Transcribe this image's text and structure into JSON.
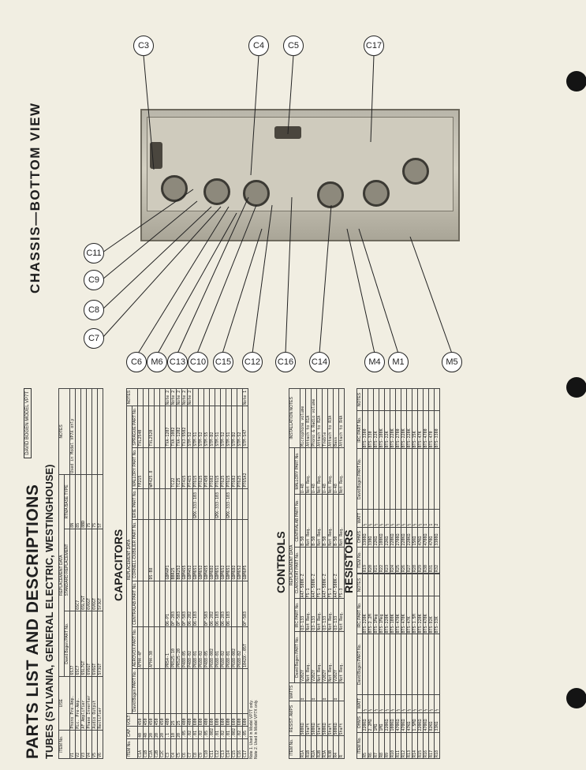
{
  "punch_holes": 3,
  "chassis_title": "CHASSIS—BOTTOM VIEW",
  "callouts_top": [
    "C3",
    "C4",
    "C5",
    "C17"
  ],
  "callouts_left": [
    "C11",
    "C9",
    "C8",
    "C7"
  ],
  "callouts_bottom": [
    "C6",
    "M6",
    "C13",
    "C10",
    "C15",
    "C12",
    "C16",
    "C14",
    "M4",
    "M1",
    "M5"
  ],
  "sheet_ref": "DAVID BOGEN MODEL VP7T",
  "parts_title": "PARTS LIST AND DESCRIPTIONS",
  "tubes_title": "TUBES (SYLVANIA, GENERAL ELECTRIC, WESTINGHOUSE)",
  "tubes": {
    "group_header": "REPLACEMENT DATA",
    "headers": [
      "ITEM No.",
      "USE",
      "David Bogen PART No.",
      "STANDARD REPLACEMENT",
      "RTMA BASE TYPE",
      "NOTES"
    ],
    "rows": [
      [
        "V1",
        "Phono Pre-Amp.",
        "6SJ7",
        "",
        "8N",
        "Used in Model VP7X only"
      ],
      [
        "V2",
        "Mic. Pre-Amp.",
        "6SC7",
        "6SC7",
        "8S",
        ""
      ],
      [
        "V3",
        "AF Amplifier",
        "6SL7GT",
        "6SL7GT",
        "8BD",
        ""
      ],
      [
        "V4",
        "Phase Inverter",
        "6V6GT",
        "6V6GT",
        "7S",
        ""
      ],
      [
        "V5",
        "Audio Output",
        "6V6GT",
        "6V6GT",
        "7S",
        ""
      ],
      [
        "V6",
        "Rectifier",
        "5Y3GT",
        "5Y3GT",
        "5T",
        ""
      ]
    ]
  },
  "capacitors_title": "CAPACITORS",
  "capacitors": {
    "group_header": "REPLACEMENT DATA",
    "headers": [
      "ITEM No.",
      "CAP.",
      "VOLT",
      "David Bogen PART No.",
      "AEROVOX PART No.",
      "CENTRALAB PART No.",
      "CORNELL-DUBILIER PART No.",
      "ERIE PART No.",
      "MALLORY PART No.",
      "SPRAGUE PART No.",
      "NOTES"
    ],
    "rows": [
      [
        "C1A",
        "40",
        "450",
        "",
        "AFH4-4F",
        "",
        "",
        "",
        "FP215",
        "TVL2540",
        ""
      ],
      [
        "C1B",
        "40",
        "450",
        "",
        "",
        "",
        "",
        "",
        "",
        "",
        ""
      ],
      [
        "C2A",
        "20",
        "450",
        "",
        "AFH4-30",
        "",
        "DS-B8",
        "",
        "WP425.8",
        "TVL2520",
        ""
      ],
      [
        "C2B",
        "20",
        "450",
        "",
        "",
        "",
        "",
        "",
        "",
        "",
        ""
      ],
      [
        "C2C",
        "20",
        "450",
        "",
        "",
        "",
        "",
        "",
        "",
        "",
        ""
      ],
      [
        "C3",
        ".1",
        "400",
        "",
        "PRS4-1",
        "D6-P1",
        "GDM4P1",
        "",
        "",
        "TVA-1207",
        "Note 2"
      ],
      [
        "C4",
        "10",
        "25",
        "",
        "PRS25-10",
        "DF-203",
        "BBR25",
        "",
        "TC22",
        "TVA-1002",
        "Note 2"
      ],
      [
        "C5",
        "20",
        "25",
        "",
        "PRS25-20",
        "DF-503",
        "BBR252",
        "",
        "TC25",
        "TVA-1202",
        "Note 2"
      ],
      [
        "C6",
        ".05",
        "400",
        "",
        "P488-05",
        "DF-503",
        "GDM4S5",
        "",
        "PT415",
        "TVJ-9502",
        "Note 2"
      ],
      [
        "C7",
        ".02",
        "400",
        "",
        "P488-02",
        "D6-202",
        "GDM4S2",
        "",
        "PT4I5",
        "STM-S2",
        "Note 2"
      ],
      [
        "C8",
        ".01",
        "600",
        "",
        "P688-01",
        "D6-103",
        "GDM6S1",
        "GMX-333-103",
        "PT615",
        "STM-S1",
        ""
      ],
      [
        "C9",
        ".02",
        "600",
        "",
        "P688-02",
        "",
        "GDM6S2",
        "",
        "PT625",
        "STM-S2",
        ""
      ],
      [
        "C10",
        ".05",
        "400",
        "",
        "P488-05",
        "DF-503",
        "GDM4S5",
        "",
        "PT450",
        "STM-S5",
        ""
      ],
      [
        "C11",
        ".002",
        "600",
        "",
        "P688-002",
        "D6-202",
        "GDM6D2",
        "",
        "PT602",
        "STM-D2",
        ""
      ],
      [
        "C12",
        ".01",
        "600",
        "",
        "P688-01",
        "D6-103",
        "GDM6S1",
        "GMX-333-103",
        "PT615",
        "STM-S1",
        ""
      ],
      [
        "C13",
        ".02",
        "600",
        "",
        "P688-02",
        "D6-203",
        "GDM6S2",
        "",
        "PT625",
        "STM-S2",
        ""
      ],
      [
        "C14",
        ".01",
        "600",
        "",
        "P688-01",
        "D6-103",
        "GDM6S1",
        "GMX-333-103",
        "PT615",
        "STM-S1",
        ""
      ],
      [
        "C15",
        ".002",
        "600",
        "",
        "P688-002",
        "",
        "GDM6D2",
        "",
        "PT602",
        "STM-D2",
        ""
      ],
      [
        "C16",
        ".02",
        "600",
        "",
        "P688-02",
        "",
        "GDM6S2",
        "",
        "PT625",
        "STM-S2",
        ""
      ],
      [
        "C17",
        ".05",
        "600",
        "",
        "1042X-.05T",
        "DF-503",
        "GDM6P5",
        "",
        "PT65A2",
        "STM-S47",
        "Note 1"
      ]
    ],
    "notes": [
      "Note 1. Used in Model VP7T only.",
      "Note 2. Used in Model VP7X only."
    ]
  },
  "controls_title": "CONTROLS",
  "controls": {
    "group_header": "REPLACEMENT DATA",
    "headers": [
      "ITEM No.",
      "RESIST. AMPS",
      "WATTS",
      "David Bogen PART No.",
      "IRC PART No.",
      "CLAROSTAT PART No.",
      "CENTRALAB PART No.",
      "MALLORY PART No.",
      "INSTALLATION NOTES"
    ],
    "rows": [
      [
        "R1A",
        "500KΩ",
        "‡",
        "V202Y",
        "Q3-133",
        "A47-500K-Z",
        "B-50",
        "U-48",
        "Microphone volume"
      ],
      [
        "R1B",
        "Shaft",
        "",
        "Not Req.",
        "Not Req.",
        "FS-1",
        "Not Req.",
        "Not Req.",
        "Attach to R1A"
      ],
      [
        "R2A",
        "500KΩ",
        "‡",
        "V202Y",
        "Q3-133",
        "A47-500K-Z",
        "B-50",
        "U-48",
        "Phono & Radio volume"
      ],
      [
        "R2B",
        "Shaft",
        "",
        "Not Req.",
        "Not Req.",
        "FS-1",
        "Not Req.",
        "Not Req.",
        "Attach to R2A"
      ],
      [
        "R3A",
        "500KΩ",
        "‡",
        "V202Y",
        "Q3-133",
        "A47-500K-Z",
        "B-50",
        "U-48",
        "Treble"
      ],
      [
        "R3B",
        "Shaft",
        "",
        "Not Req.",
        "Not Req.",
        "FS-1",
        "Not Req.",
        "Not Req.",
        "Attach to R3A"
      ],
      [
        "R4",
        "500KΩ",
        "‡",
        "V202Y",
        "Q3-133",
        "A47-500K-Z",
        "B-50",
        "U-48",
        "Bass"
      ],
      [
        "R",
        "Shaft",
        "",
        "Not Req.",
        "Not Req.",
        "FS-3",
        "Not Req.",
        "Not Req.",
        "Attach to R4A"
      ]
    ]
  },
  "resistors_title": "RESISTORS",
  "resistors": {
    "group_header": "REPLACEMENT DATA",
    "left_headers": [
      "ITEM No.",
      "OHMS",
      "WATT",
      "David Bogen PART No.",
      "IRC PART No.",
      "NOTES"
    ],
    "right_headers": [
      "ITEM No.",
      "OHMS",
      "WATT",
      "David Bogen PART No.",
      "IRC PART No.",
      "NOTES"
    ],
    "left_rows": [
      [
        "R5",
        "220KΩ",
        "½",
        "",
        "BTS-220K",
        ""
      ],
      [
        "R6",
        "2.2MΩ",
        "½",
        "",
        "BTS-2.2M",
        ""
      ],
      [
        "R7",
        "1MΩ",
        "½",
        "",
        "BTS-1Meg",
        ""
      ],
      [
        "R8",
        "1MΩ",
        "½",
        "",
        "BTS-1Meg",
        ""
      ],
      [
        "R9",
        "220KΩ",
        "½",
        "",
        "BTS-220K",
        ""
      ],
      [
        "R10",
        "100KΩ",
        "½",
        "",
        "BTS-100K",
        ""
      ],
      [
        "R11",
        "470KΩ",
        "½",
        "",
        "BTS-470K",
        ""
      ],
      [
        "R12",
        "470KΩ",
        "½",
        "",
        "BTS-470K",
        ""
      ],
      [
        "R13",
        "47KΩ",
        "½",
        "",
        "BTS-47K",
        ""
      ],
      [
        "R14",
        "1.5MΩ",
        "½",
        "",
        "BTS-1.5M",
        ""
      ],
      [
        "R15",
        "220KΩ",
        "½",
        "",
        "BTS-220K",
        ""
      ],
      [
        "R16",
        "470KΩ",
        "½",
        "",
        "BTS-470K",
        ""
      ],
      [
        "R17",
        "82KΩ",
        "½",
        "",
        "BTS-82K",
        ""
      ],
      [
        "R18",
        "33KΩ",
        "½",
        "",
        "BTS-33K",
        ""
      ]
    ],
    "right_rows": [
      [
        "R19",
        "3300Ω",
        "½",
        "",
        "BTS-3300",
        ""
      ],
      [
        "R20",
        "330Ω",
        "½",
        "",
        "BTS-330",
        ""
      ],
      [
        "R21",
        "22KΩ",
        "½",
        "",
        "BTS-22K",
        ""
      ],
      [
        "R22",
        "100KΩ",
        "½",
        "",
        "BTS-100K",
        ""
      ],
      [
        "R23",
        "22KΩ",
        "½",
        "",
        "BTS-22K",
        ""
      ],
      [
        "R24",
        "220KΩ",
        "½",
        "",
        "BTS-220K",
        ""
      ],
      [
        "R25",
        "2700Ω",
        "½",
        "",
        "BTS-2700",
        ""
      ],
      [
        "R26",
        "220KΩ",
        "½",
        "",
        "BTS-220K",
        ""
      ],
      [
        "R27",
        "220KΩ",
        "½",
        "",
        "BTS-220K",
        ""
      ],
      [
        "R28",
        "15KΩ",
        "½",
        "",
        "BTS-15K",
        ""
      ],
      [
        "R29",
        "47KΩ",
        "½",
        "",
        "BTS-47K",
        ""
      ],
      [
        "R30",
        "4700Ω",
        "1",
        "",
        "BTS-4700",
        ""
      ],
      [
        "R31",
        "470Ω",
        "1",
        "",
        "BTS-470",
        ""
      ],
      [
        "R32",
        "3300Ω",
        "2",
        "",
        "BTS-3300",
        ""
      ]
    ]
  }
}
